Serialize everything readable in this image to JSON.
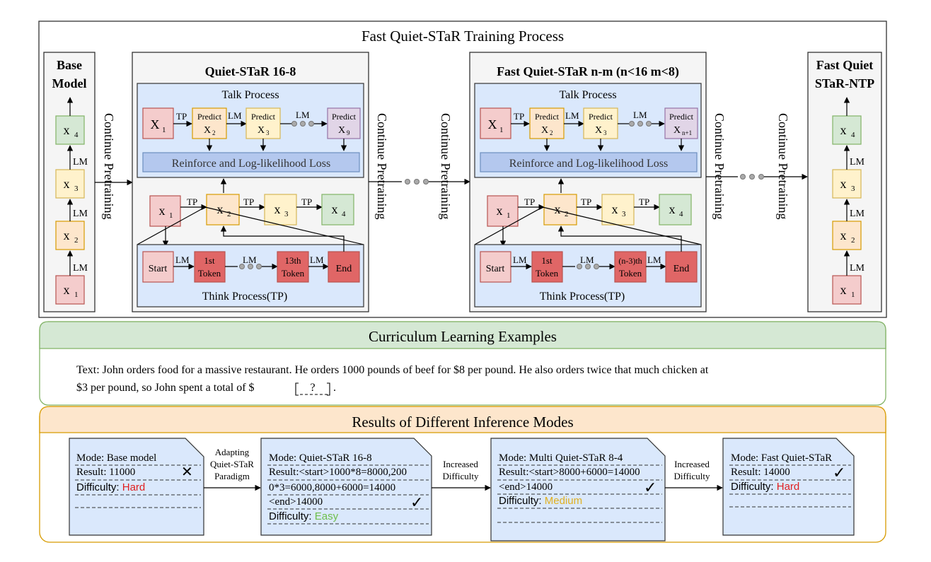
{
  "title": "Fast Quiet-STaR Training Process",
  "arrow_labels": {
    "lm": "LM",
    "tp": "TP",
    "continue": "Continue Pretraining"
  },
  "base_model": {
    "title_line1": "Base",
    "title_line2": "Model",
    "tokens": [
      "x",
      "x",
      "x",
      "x"
    ],
    "subs": [
      "1",
      "2",
      "3",
      "4"
    ]
  },
  "quiet_star": {
    "title": "Quiet-STaR 16-8",
    "talk_title": "Talk Process",
    "x1": "X",
    "x1_sub": "1",
    "predict1": "Predict",
    "predict1_x": "X",
    "predict1_sub": "2",
    "predict2": "Predict",
    "predict2_x": "X",
    "predict2_sub": "3",
    "predict3": "Predict",
    "predict3_x": "X",
    "predict3_sub": "9",
    "loss": "Reinforce and Log-likelihood Loss",
    "seq": [
      "x",
      "x",
      "x",
      "x"
    ],
    "seq_subs": [
      "1",
      "2",
      "3",
      "4"
    ],
    "think_start": "Start",
    "think_token1_line1": "1st",
    "think_token1_line2": "Token",
    "think_token2_line1": "13th",
    "think_token2_line2": "Token",
    "think_end": "End",
    "think_title": "Think Process(TP)"
  },
  "fast_quiet_star": {
    "title": "Fast Quiet-STaR n-m (n<16 m<8)",
    "talk_title": "Talk Process",
    "x1": "X",
    "x1_sub": "1",
    "predict1": "Predict",
    "predict1_x": "X",
    "predict1_sub": "2",
    "predict2": "Predict",
    "predict2_x": "X",
    "predict2_sub": "3",
    "predict3": "Predict",
    "predict3_x": "X",
    "predict3_sub": "n+1",
    "loss": "Reinforce and Log-likelihood Loss",
    "seq": [
      "x",
      "x",
      "x",
      "x"
    ],
    "seq_subs": [
      "1",
      "2",
      "3",
      "4"
    ],
    "think_start": "Start",
    "think_token1_line1": "1st",
    "think_token1_line2": "Token",
    "think_token2_line1": "(n-3)th",
    "think_token2_line2": "Token",
    "think_end": "End",
    "think_title": "Think Process(TP)"
  },
  "ntp_model": {
    "title_line1": "Fast Quiet",
    "title_line2": "STaR-NTP",
    "tokens": [
      "x",
      "x",
      "x",
      "x"
    ],
    "subs": [
      "1",
      "2",
      "3",
      "4"
    ]
  },
  "curriculum": {
    "title": "Curriculum Learning Examples",
    "text_line1": "Text: John orders food for a massive restaurant. He orders 1000 pounds of beef for $8 per pound. He also orders twice that much chicken at",
    "text_line2": "$3 per pound, so John spent a total of $",
    "blank": "?"
  },
  "results": {
    "title": "Results of Different Inference Modes",
    "cards": [
      {
        "lines": [
          "Mode: Base model",
          "Result: 11000"
        ],
        "difficulty_label": "Difficulty:",
        "difficulty_value": "Hard",
        "mark": "✕"
      },
      {
        "lines": [
          "Mode: Quiet-STaR 16-8",
          "Result:<start>1000*8=8000,200",
          "0*3=6000,8000+6000=14000",
          "<end>14000"
        ],
        "difficulty_label": "Difficulty:",
        "difficulty_value": "Easy",
        "mark": "✓"
      },
      {
        "lines": [
          "Mode: Multi Quiet-STaR 8-4",
          "Result:<start>8000+6000=14000",
          "<end>14000"
        ],
        "difficulty_label": "Difficulty:",
        "difficulty_value": "Medium",
        "mark": "✓"
      },
      {
        "lines": [
          "Mode: Fast Quiet-STaR",
          "Result: 14000"
        ],
        "difficulty_label": "Difficulty:",
        "difficulty_value": "Hard",
        "mark": "✓"
      }
    ],
    "transitions": [
      [
        "Adapting",
        "Quiet-STaR",
        "Paradigm"
      ],
      [
        "Increased",
        "Difficulty"
      ],
      [
        "Increased",
        "Difficulty"
      ]
    ]
  },
  "colors": {
    "pink": "#f4cccc",
    "pink_border": "#b85450",
    "cream": "#fff2cc",
    "cream_border": "#d6b656",
    "orange": "#fde6cc",
    "orange_border": "#d79b00",
    "green": "#d5e8d4",
    "green_border": "#82b366",
    "red": "#e06666",
    "red_border": "#b85450",
    "purple": "#e1d5e7",
    "purple_border": "#9673a6",
    "blue": "#dae8fc",
    "blue_border": "#6c8ebf",
    "hard": "#e02020",
    "easy": "#6dbf4a",
    "medium": "#e0b020"
  }
}
